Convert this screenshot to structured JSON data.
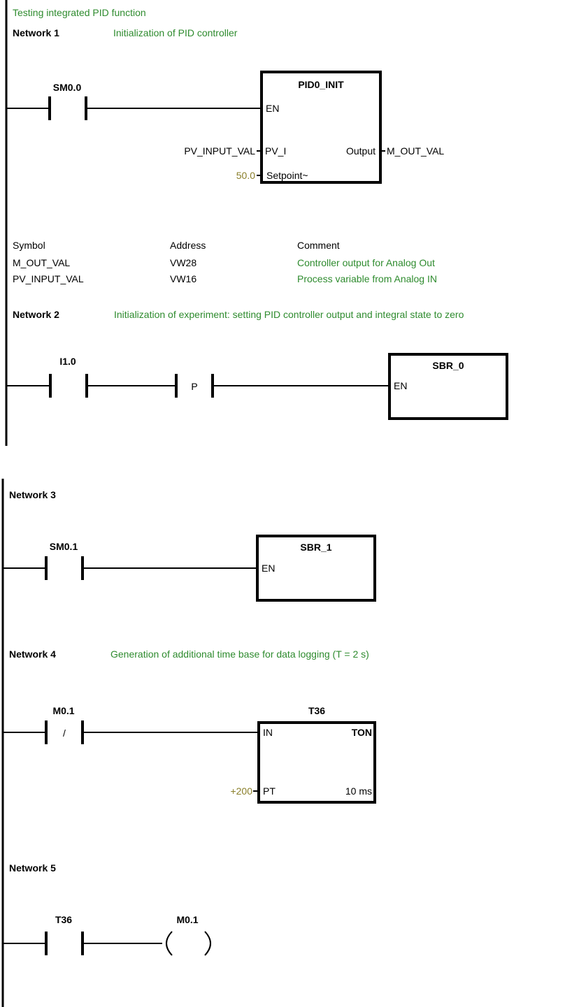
{
  "program": {
    "title": "Testing integrated PID function"
  },
  "colors": {
    "comment": "#2e8b2e",
    "constant": "#8a7f2a",
    "line": "#000000"
  },
  "network1": {
    "label": "Network 1",
    "comment": "Initialization of PID controller",
    "contact": "SM0.0",
    "box_title": "PID0_INIT",
    "pin_en": "EN",
    "pin_pv": "PV_I",
    "pin_setpoint": "Setpoint~",
    "pin_output": "Output",
    "pv_operand": "PV_INPUT_VAL",
    "setpoint_operand": "50.0",
    "output_operand": "M_OUT_VAL",
    "symbol_table": {
      "headers": [
        "Symbol",
        "Address",
        "Comment"
      ],
      "rows": [
        [
          "M_OUT_VAL",
          "VW28",
          "Controller output for Analog Out"
        ],
        [
          "PV_INPUT_VAL",
          "VW16",
          "Process variable from Analog IN"
        ]
      ]
    }
  },
  "network2": {
    "label": "Network 2",
    "comment": "Initialization of experiment: setting PID controller output and integral state to zero",
    "contact": "I1.0",
    "edge": "P",
    "box_title": "SBR_0",
    "pin_en": "EN"
  },
  "network3": {
    "label": "Network 3",
    "contact": "SM0.1",
    "box_title": "SBR_1",
    "pin_en": "EN"
  },
  "network4": {
    "label": "Network 4",
    "comment": "Generation of additional time base for data logging (T = 2 s)",
    "contact": "M0.1",
    "contact_type": "/",
    "timer_name": "T36",
    "pin_in": "IN",
    "timer_type": "TON",
    "pin_pt": "PT",
    "time_base": "10 ms",
    "pt_value": "+200"
  },
  "network5": {
    "label": "Network 5",
    "contact": "T36",
    "coil": "M0.1"
  }
}
